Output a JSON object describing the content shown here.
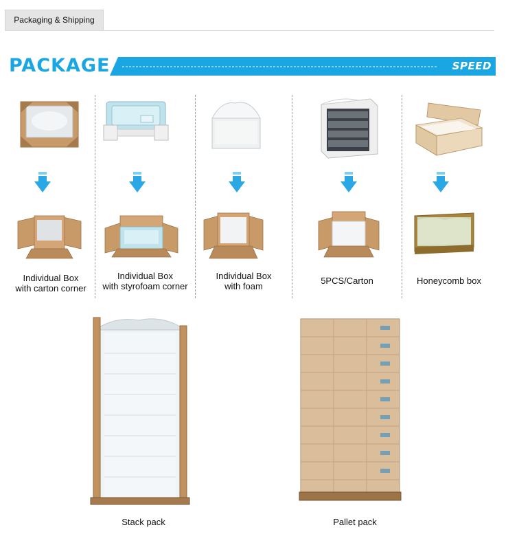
{
  "tab": {
    "label": "Packaging & Shipping"
  },
  "banner": {
    "title": "PACKAGE",
    "logo": "SPEED"
  },
  "columns": [
    {
      "caption_line1": "Individual Box",
      "caption_line2": "with carton corner"
    },
    {
      "caption_line1": "Individual Box",
      "caption_line2": "with styrofoam corner"
    },
    {
      "caption_line1": "Individual Box",
      "caption_line2": "with foam"
    },
    {
      "caption_line1": "5PCS/Carton",
      "caption_line2": ""
    },
    {
      "caption_line1": "Honeycomb box",
      "caption_line2": ""
    }
  ],
  "bottom": {
    "stack_caption": "Stack pack",
    "pallet_caption": "Pallet pack"
  },
  "colors": {
    "accent": "#1aa6e3",
    "cardboard": "#c89a67",
    "arrow": "#2aa8e6"
  }
}
